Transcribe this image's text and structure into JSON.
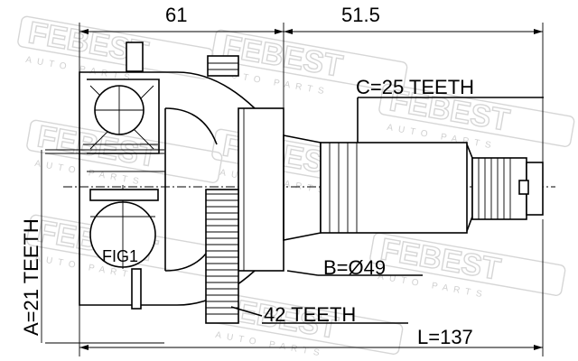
{
  "dimensions": {
    "length_outer": "61",
    "length_shaft": "51.5",
    "total_length": "L=137"
  },
  "callouts": {
    "spline_c": "C=25 TEETH",
    "diameter_b": "B=Ø49",
    "abs_ring": "42 TEETH",
    "spline_a": "A=21 TEETH",
    "fig": "FIG1"
  },
  "watermark": {
    "brand": "FEBEST",
    "sub": "AUTO PARTS"
  }
}
